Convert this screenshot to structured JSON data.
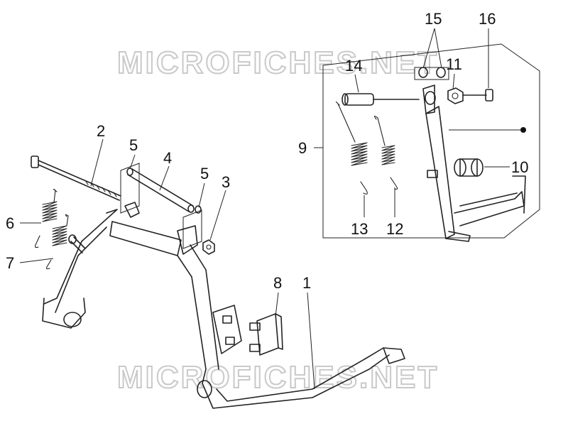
{
  "watermark": {
    "text": "MICROFICHES.NET"
  },
  "callouts": {
    "c1": "1",
    "c2": "2",
    "c3": "3",
    "c4": "4",
    "c5a": "5",
    "c5b": "5",
    "c6": "6",
    "c7": "7",
    "c8": "8",
    "c9": "9",
    "c10": "10",
    "c11": "11",
    "c12": "12",
    "c13": "13",
    "c14": "14",
    "c15": "15",
    "c16": "16"
  },
  "colors": {
    "line": "#222222",
    "watermark": "#c9c9c9"
  }
}
